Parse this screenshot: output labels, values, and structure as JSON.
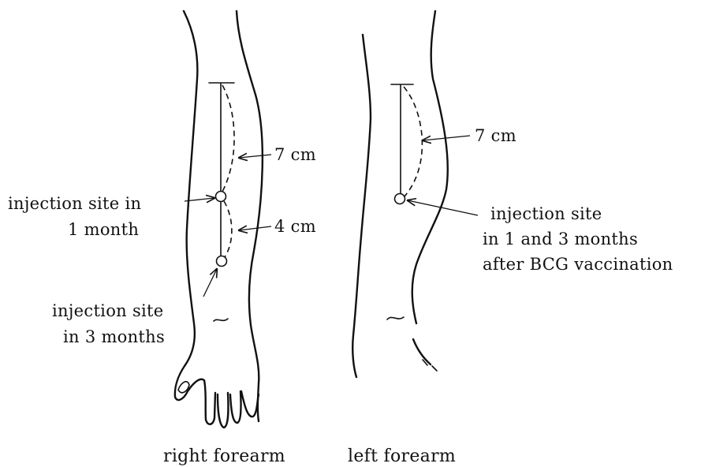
{
  "right_forearm": {
    "caption": "right forearm",
    "measure_upper": "7 cm",
    "measure_lower": "4 cm",
    "site_1_month": [
      "injection site in",
      "1 month"
    ],
    "site_3_months": [
      "injection site",
      "in 3 months"
    ]
  },
  "left_forearm": {
    "caption": "left forearm",
    "measure": "7 cm",
    "site": [
      "injection site",
      "in 1 and 3 months",
      "after BCG vaccination"
    ]
  }
}
